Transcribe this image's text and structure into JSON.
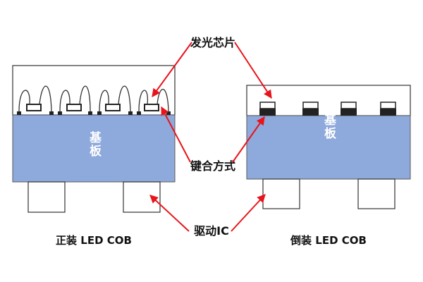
{
  "labels": {
    "chip": "发光芯片",
    "bonding": "键合方式",
    "driver_ic": "驱动IC",
    "substrate_left": "基板",
    "substrate_right": "基板",
    "caption_left": "正装 LED COB",
    "caption_right": "倒装 LED COB"
  },
  "colors": {
    "substrate": "#8ea9db",
    "substrate_stroke": "#5a5a5a",
    "arrow": "#e8141b",
    "outline": "#333333",
    "chip_pad": "#222222",
    "substrate_text": "#ffffff",
    "background": "#ffffff"
  }
}
